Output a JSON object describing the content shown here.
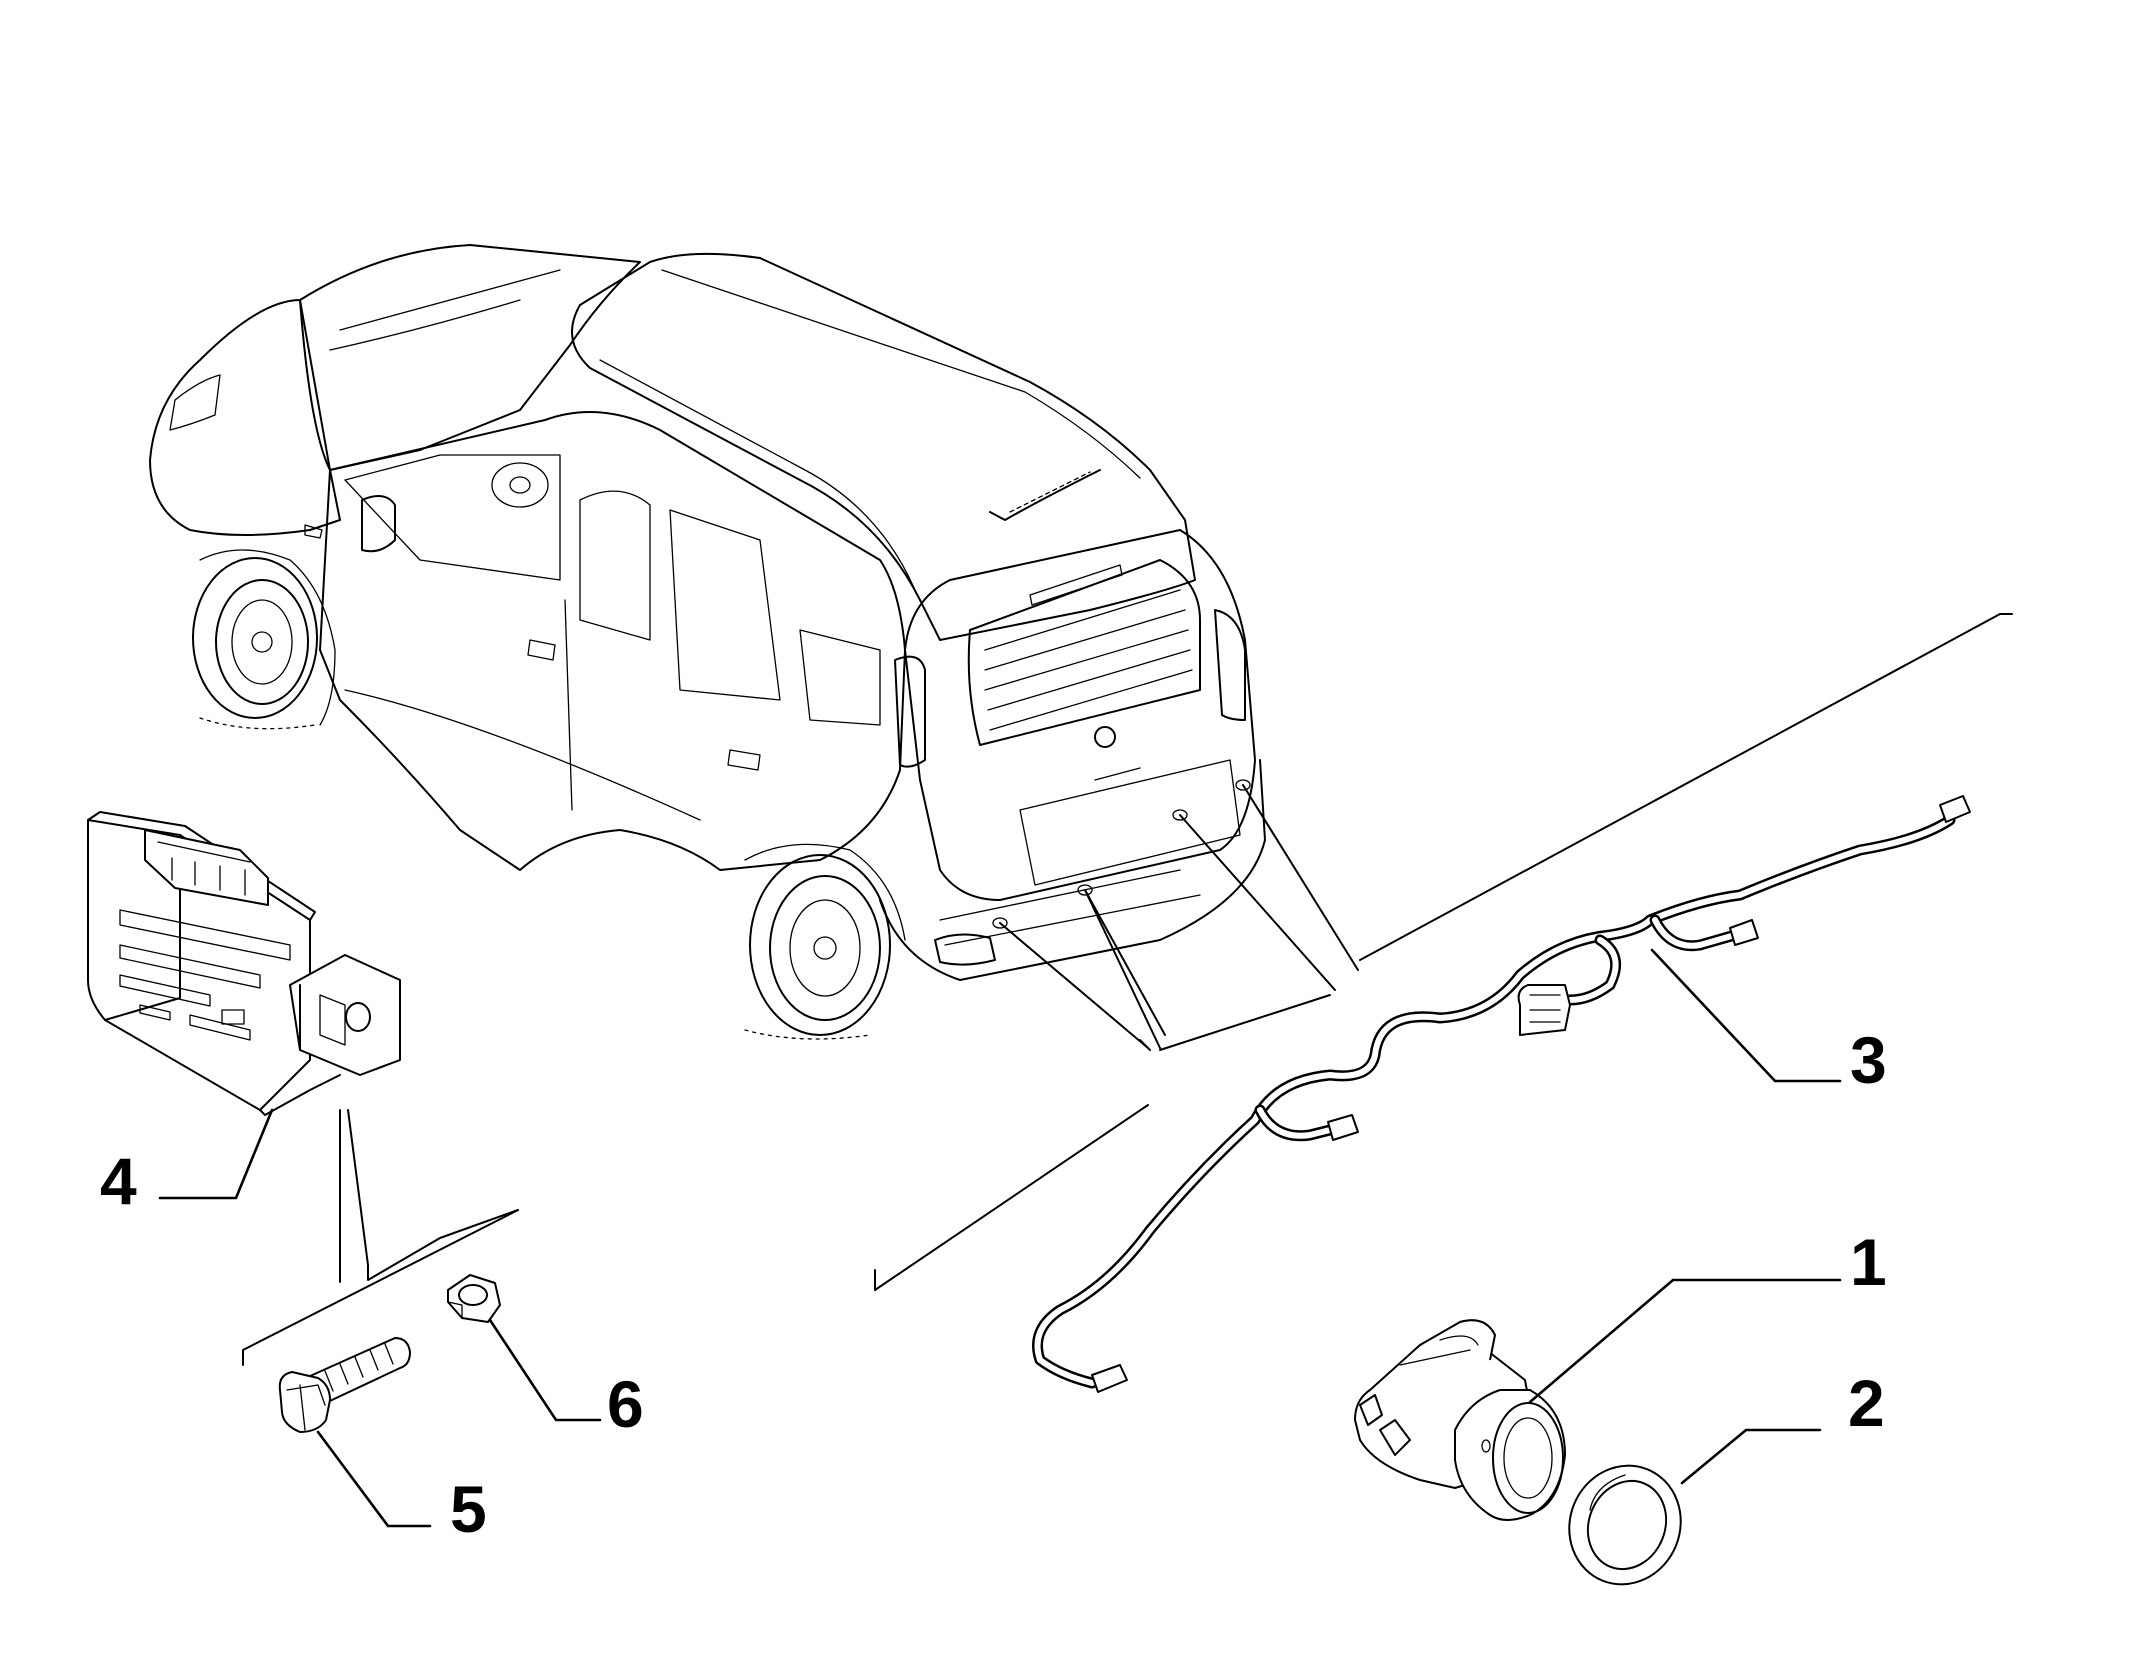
{
  "callouts": [
    {
      "id": "1",
      "label": "1"
    },
    {
      "id": "2",
      "label": "2"
    },
    {
      "id": "3",
      "label": "3"
    },
    {
      "id": "4",
      "label": "4"
    },
    {
      "id": "5",
      "label": "5"
    },
    {
      "id": "6",
      "label": "6"
    }
  ],
  "parts": {
    "1": "parking-sensor",
    "2": "sensor-ring",
    "3": "sensor-wiring-harness",
    "4": "control-unit",
    "5": "screw",
    "6": "nut"
  },
  "colors": {
    "ink": "#000000",
    "background": "#ffffff"
  }
}
